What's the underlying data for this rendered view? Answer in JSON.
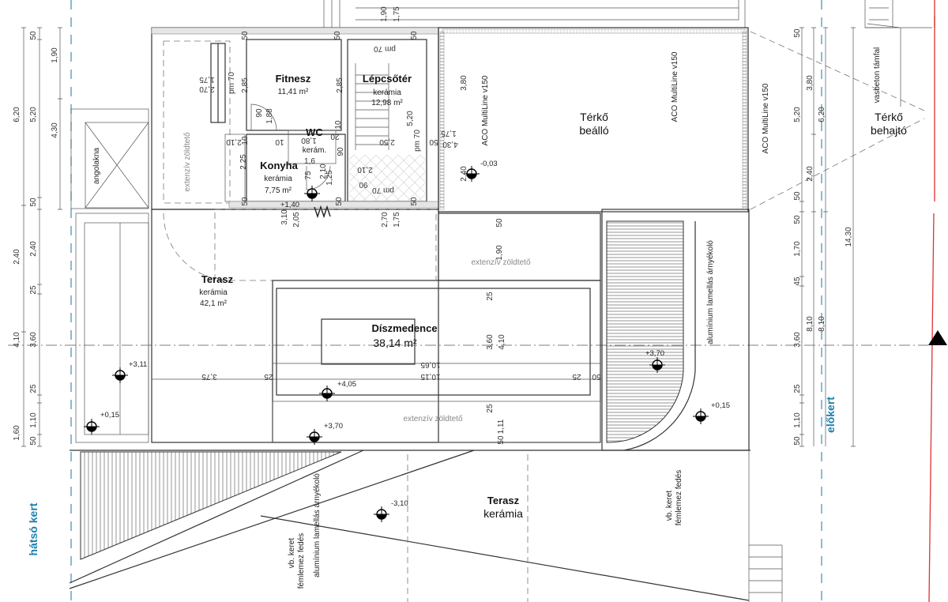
{
  "rooms": {
    "fitnesz": {
      "name": "Fitnesz",
      "area": "11,41 m²"
    },
    "lepcsoter": {
      "name": "Lépcsőtér",
      "material": "kerámia",
      "area": "12,98 m²"
    },
    "wc": {
      "name": "WC",
      "material": "kerám."
    },
    "konyha": {
      "name": "Konyha",
      "material": "kerámia",
      "area": "7,75 m²"
    },
    "terasz_upper": {
      "name": "Terasz",
      "material": "kerámia",
      "area": "42,1 m²"
    },
    "diszmedence": {
      "name": "Díszmedence",
      "area": "38,14 m²"
    },
    "terko_beallo": {
      "line1": "Térkő",
      "line2": "beálló"
    },
    "terko_behajto": {
      "line1": "Térkő",
      "line2": "behajtó"
    },
    "terasz_lower": {
      "name": "Terasz",
      "material": "kerámia"
    }
  },
  "labels": {
    "angolakna": "angolakna",
    "extenziv_1": "extenzív zöldtető",
    "extenziv_2": "extenzív zöldtető",
    "extenziv_3": "extenzív zöldtető",
    "aco_1": "ACO MultiLine v150",
    "aco_2": "ACO MultiLine v150",
    "aco_3": "ACO MultiLine v150",
    "vasbeton": "vasbeton támfal",
    "lamella_right": "alumínium lamellás árnyékoló",
    "lamella_bottom": "alumínium lamellás árnyékoló",
    "vb_keret_right_1": "vb. keret",
    "vb_keret_right_2": "fémlemez fedés",
    "vb_keret_left_1": "vb. keret",
    "vb_keret_left_2": "fémlemez fedés",
    "hatso_kert": "hátsó kert",
    "elokert": "előkert"
  },
  "elevations": [
    "+3,11",
    "+0,15",
    "-0,03",
    "+4,05",
    "+3,70",
    "+3,70",
    "+0,15",
    "-3,10",
    "+1,40"
  ],
  "dimensions": {
    "left": [
      "6,20",
      "2,40",
      "4,10",
      "1,60",
      "50",
      "5,20",
      "50",
      "2,40",
      "25",
      "3,60",
      "25",
      "1,10",
      "50",
      "1,90",
      "4,30"
    ],
    "right": [
      "50",
      "5,20",
      "50",
      "50",
      "1,70",
      "45",
      "3,60",
      "25",
      "1,10",
      "50",
      "3,80",
      "2,40",
      "8,10",
      "6,20",
      "8,10",
      "14,30"
    ],
    "top": [
      "1,90",
      "1,75"
    ],
    "interior": [
      "50",
      "50",
      "50",
      "2,85",
      "2,85",
      "pm 70",
      "1,75",
      "2,70",
      "90",
      "1,88",
      "10",
      "10",
      "2,10",
      "10",
      "1,80",
      "90",
      "20",
      "2,50",
      "pm 70",
      "50",
      "1,75",
      "4,30",
      "2,25",
      "75",
      "1,6",
      "2,10",
      "1,25",
      "2,10",
      "06",
      "pm 70",
      "pm 70",
      "50",
      "50",
      "50",
      "3,80",
      "2,40",
      "3,10",
      "2,05",
      "2,70",
      "1,75",
      "1,90",
      "50",
      "3,75",
      "25",
      "10,65",
      "10,15",
      "25",
      "50",
      "25",
      "3,60",
      "4,10",
      "25",
      "1,11",
      "50",
      "5,20"
    ]
  }
}
